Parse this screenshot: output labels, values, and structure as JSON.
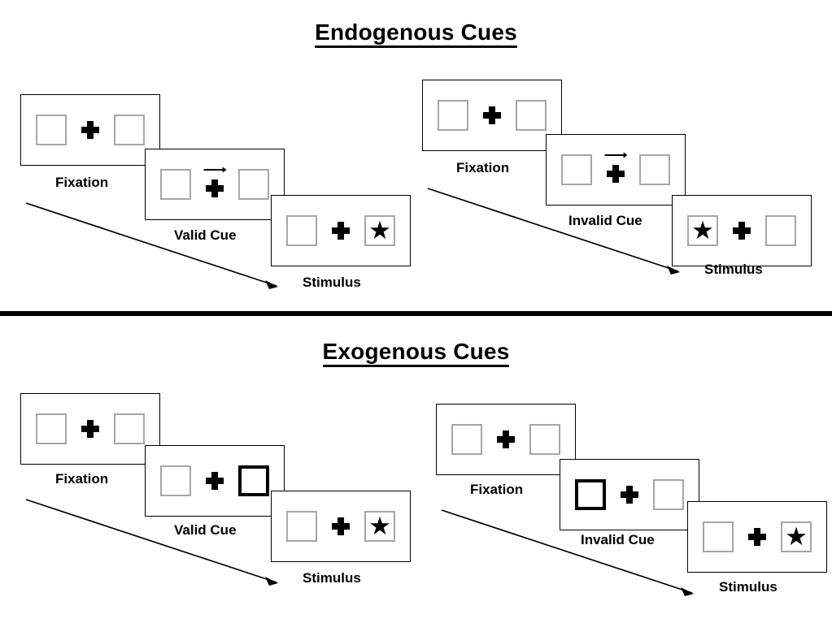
{
  "sections": [
    {
      "id": "endogenous",
      "title": "Endogenous Cues",
      "panels": [
        {
          "id": "endogenous-valid",
          "stages": [
            {
              "caption": "Fixation",
              "cue_type": "none",
              "left_box": "empty",
              "right_box": "empty",
              "arrow": false
            },
            {
              "caption": "Valid Cue",
              "cue_type": "arrow",
              "arrow_direction": "right",
              "left_box": "empty",
              "right_box": "empty",
              "arrow": true
            },
            {
              "caption": "Stimulus",
              "cue_type": "none",
              "left_box": "empty",
              "right_box": "star",
              "arrow": false
            }
          ]
        },
        {
          "id": "endogenous-invalid",
          "stages": [
            {
              "caption": "Fixation",
              "cue_type": "none",
              "left_box": "empty",
              "right_box": "empty",
              "arrow": false
            },
            {
              "caption": "Invalid Cue",
              "cue_type": "arrow",
              "arrow_direction": "right",
              "left_box": "empty",
              "right_box": "empty",
              "arrow": true
            },
            {
              "caption": "Stimulus",
              "cue_type": "none",
              "left_box": "star",
              "right_box": "empty",
              "arrow": false
            }
          ]
        }
      ]
    },
    {
      "id": "exogenous",
      "title": "Exogenous Cues",
      "panels": [
        {
          "id": "exogenous-valid",
          "stages": [
            {
              "caption": "Fixation",
              "cue_type": "none",
              "left_box": "empty",
              "right_box": "empty",
              "arrow": false
            },
            {
              "caption": "Valid Cue",
              "cue_type": "box-highlight",
              "left_box": "empty",
              "right_box": "cued",
              "arrow": false
            },
            {
              "caption": "Stimulus",
              "cue_type": "none",
              "left_box": "empty",
              "right_box": "star",
              "arrow": false
            }
          ]
        },
        {
          "id": "exogenous-invalid",
          "stages": [
            {
              "caption": "Fixation",
              "cue_type": "none",
              "left_box": "empty",
              "right_box": "empty",
              "arrow": false
            },
            {
              "caption": "Invalid Cue",
              "cue_type": "box-highlight",
              "left_box": "cued",
              "right_box": "empty",
              "arrow": false
            },
            {
              "caption": "Stimulus",
              "cue_type": "none",
              "left_box": "empty",
              "right_box": "star",
              "arrow": false
            }
          ]
        }
      ]
    }
  ],
  "glyphs": {
    "star": "★",
    "fixation_cross": "plus-icon",
    "arrow_cue": "arrow-right-icon",
    "time_arrow": "time-progression-arrow"
  },
  "colors": {
    "frame_border": "#000000",
    "box_border": "#a6a6a6",
    "cued_box_border": "#000000",
    "glyph": "#000000",
    "background": "#ffffff",
    "divider": "#000000"
  }
}
